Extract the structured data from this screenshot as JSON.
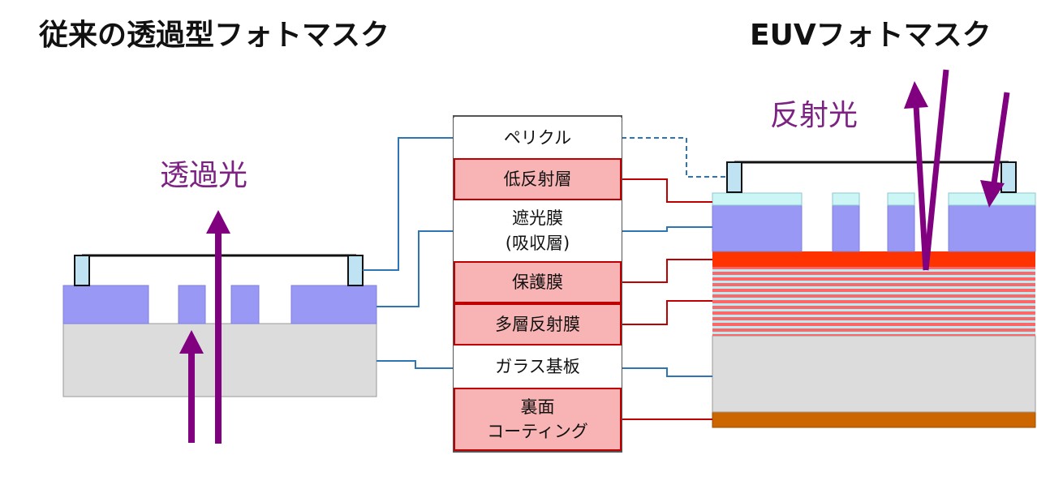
{
  "titles": {
    "left": "従来の透過型フォトマスク",
    "right": "EUVフォトマスク"
  },
  "captions": {
    "transmitted": "透過光",
    "reflected": "反射光"
  },
  "layers": [
    {
      "id": "pellicle",
      "label": "ペリクル",
      "side": "both",
      "style": "plain"
    },
    {
      "id": "low-reflection",
      "label": "低反射層",
      "side": "euv",
      "style": "highlight"
    },
    {
      "id": "shading-film",
      "label": "遮光膜\n(吸収層)",
      "side": "both",
      "style": "plain"
    },
    {
      "id": "protective-film",
      "label": "保護膜",
      "side": "euv",
      "style": "highlight"
    },
    {
      "id": "multilayer-reflective",
      "label": "多層反射膜",
      "side": "euv",
      "style": "highlight"
    },
    {
      "id": "glass-substrate",
      "label": "ガラス基板",
      "side": "both",
      "style": "plain"
    },
    {
      "id": "backside-coating",
      "label": "裏面\nコーティング",
      "side": "euv",
      "style": "highlight"
    }
  ],
  "colors": {
    "arrow": "#800080",
    "connector_common": "#2e75b6",
    "connector_euv": "#c00000",
    "absorber": "#9999f5",
    "glass": "#dcdcdc",
    "pellicle_frame": "#bfe3f3",
    "low_reflection": "#ccf5f5",
    "protective": "#ff3300",
    "multilayer_stripe_a": "#ff6666",
    "multilayer_stripe_b": "#b7eef5",
    "backside": "#cc6600"
  }
}
